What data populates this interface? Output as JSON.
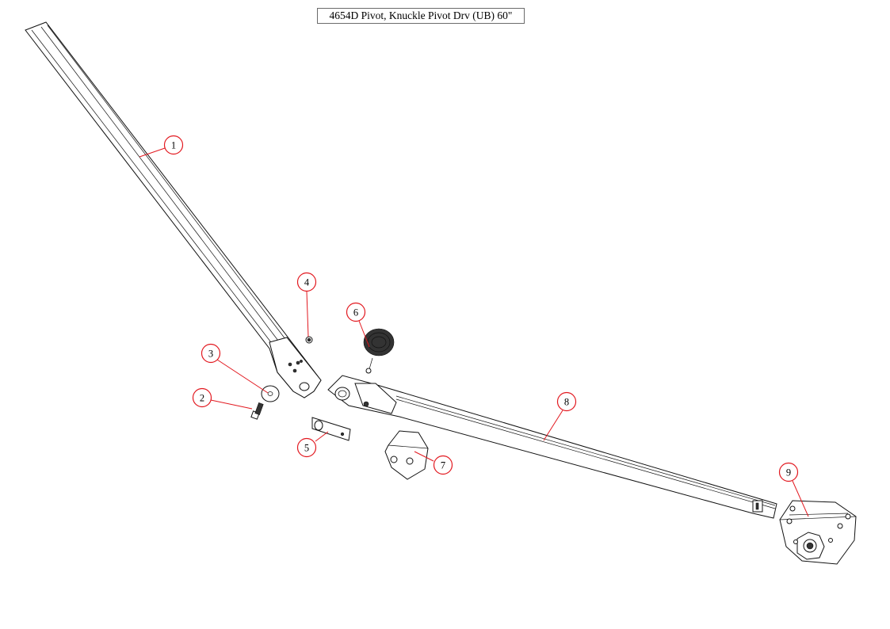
{
  "title": "4654D Pivot, Knuckle Pivot Drv (UB) 60\"",
  "callouts": [
    {
      "id": "c1",
      "label": "1"
    },
    {
      "id": "c2",
      "label": "2"
    },
    {
      "id": "c3",
      "label": "3"
    },
    {
      "id": "c4",
      "label": "4"
    },
    {
      "id": "c5",
      "label": "5"
    },
    {
      "id": "c6",
      "label": "6"
    },
    {
      "id": "c7",
      "label": "7"
    },
    {
      "id": "c8",
      "label": "8"
    },
    {
      "id": "c9",
      "label": "9"
    }
  ],
  "colors": {
    "callout": "#e2181f",
    "line": "#111111",
    "frame": "#6b6b6b"
  }
}
